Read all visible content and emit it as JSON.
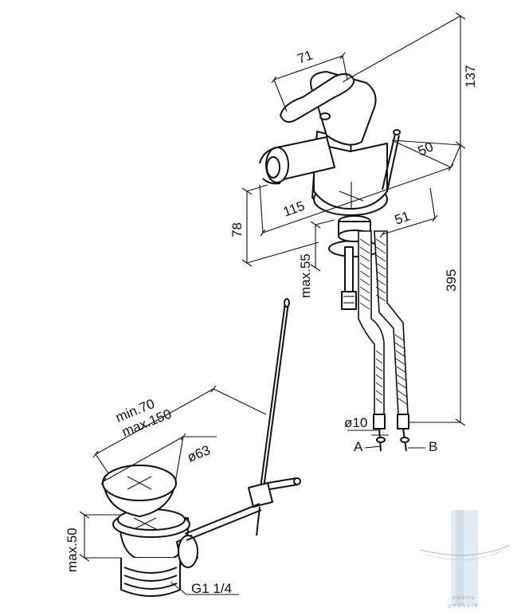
{
  "dimensions": {
    "handle_width": "71",
    "total_height": "137",
    "base_depth": "50",
    "spout_reach": "115",
    "base_diameter": "51",
    "spout_height": "78",
    "max_deck_thickness": "max.55",
    "hose_length": "395",
    "hose_diameter": "ø10",
    "rod_length_min": "min.70",
    "rod_length_max": "max.150",
    "plug_diameter": "ø63",
    "waste_height": "max.50",
    "thread": "G1 1/4"
  },
  "labels": {
    "hose_a": "A",
    "hose_b": "B"
  },
  "watermark": {
    "brand_text": "vannu\npeasule",
    "color": "#cfd9e6"
  }
}
